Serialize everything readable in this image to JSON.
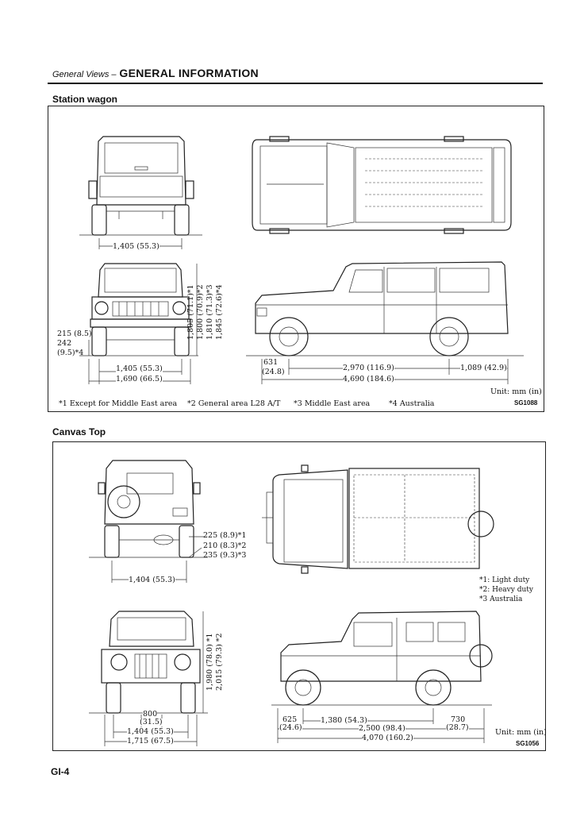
{
  "header": {
    "section": "General Views –",
    "title": "GENERAL INFORMATION"
  },
  "station_wagon": {
    "title": "Station wagon",
    "dims": {
      "rear_track": "1,405 (55.3)",
      "front_track": "1,405 (55.3)",
      "width": "1,690 (66.5)",
      "clearance_1": "215 (8.5)",
      "clearance_2": "242",
      "clearance_3": "(9.5)*4",
      "height_1": "1,805 (71.1)*1",
      "height_2": "1,800 (70.9)*2",
      "height_3": "1,810 (71.3)*3",
      "height_4": "1,845 (72.6)*4",
      "front_overhang_1": "631",
      "front_overhang_2": "(24.8)",
      "wheelbase": "2,970 (116.9)",
      "rear_overhang": "1,089 (42.9)",
      "length": "4,690 (184.6)"
    },
    "unit": "Unit: mm (in)",
    "code": "SG1088",
    "notes": [
      "*1 Except for Middle East area",
      "*2 General area L28 A/T",
      "*3 Middle East area",
      "*4 Australia"
    ]
  },
  "canvas_top": {
    "title": "Canvas Top",
    "dims": {
      "clearance_1": "225 (8.9)*1",
      "clearance_2": "210 (8.3)*2",
      "clearance_3": "235 (9.3)*3",
      "rear_track": "1,404 (55.3)",
      "height_1": "1,980 (78.0) *1",
      "height_2": "2,015 (79.3) *2",
      "axle_1": "800",
      "axle_2": "(31.5)",
      "front_track": "1,404 (55.3)",
      "width": "1,715 (67.5)",
      "front_overhang_1": "625",
      "front_overhang_2": "(24.6)",
      "wheelbase": "1,380 (54.3)",
      "rear_overhang_1": "730",
      "rear_overhang_2": "(28.7)",
      "mid": "2,500 (98.4)",
      "length": "4,070 (160.2)"
    },
    "duty_notes": [
      "*1: Light duty",
      "*2: Heavy duty",
      "*3 Australia"
    ],
    "unit": "Unit: mm (in)",
    "code": "SG1056"
  },
  "page_number": "GI-4"
}
